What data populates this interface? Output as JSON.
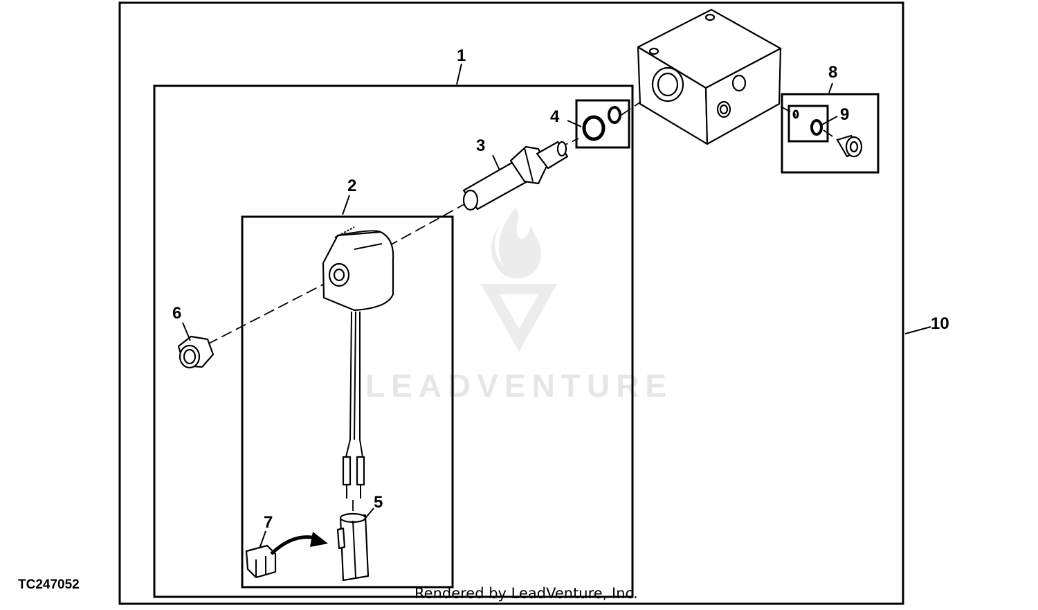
{
  "figure_id": "TC247052",
  "credit": "Rendered by LeadVenture, Inc.",
  "watermark": "LEADVENTURE",
  "callouts": [
    "1",
    "2",
    "3",
    "4",
    "5",
    "6",
    "7",
    "8",
    "9",
    "10"
  ]
}
